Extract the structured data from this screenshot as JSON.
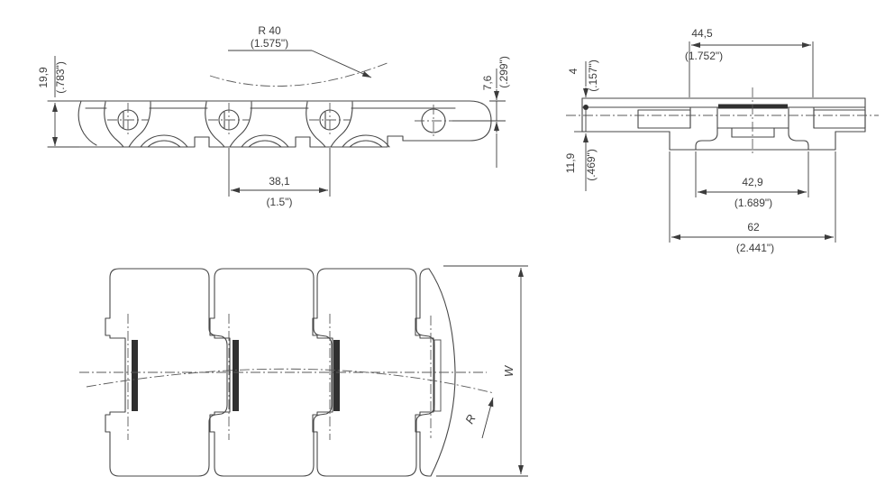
{
  "drawing": {
    "side_view": {
      "height_mm": "19,9",
      "height_in": "(.783\")",
      "radius_mm": "R 40",
      "radius_in": "(1.575\")",
      "pin_offset_mm": "7,6",
      "pin_offset_in": "(.299\")",
      "pitch_mm": "38,1",
      "pitch_in": "(1.5\")"
    },
    "section_view": {
      "hinge_width_mm": "44,5",
      "hinge_width_in": "(1.752\")",
      "plate_thickness_mm": "4",
      "plate_thickness_in": "(.157\")",
      "depth_mm": "11,9",
      "depth_in": "(.469\")",
      "inner_width_mm": "42,9",
      "inner_width_in": "(1.689\")",
      "overall_width_mm": "62",
      "overall_width_in": "(2.441\")"
    },
    "plan_view": {
      "width_label": "W",
      "radius_label": "R"
    }
  },
  "colors": {
    "background": "#ffffff",
    "line": "#474747",
    "text": "#3c3c3c",
    "hatch_fill": "#e2e2e2"
  }
}
